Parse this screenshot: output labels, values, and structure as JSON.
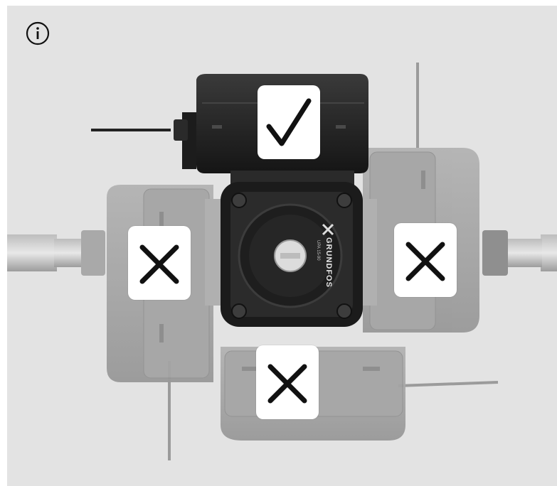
{
  "pump": {
    "brand": "GRUNDFOS",
    "model": "UPA 15-90"
  },
  "icons": {
    "info": "info-icon",
    "correct": "checkmark-icon",
    "wrong": "cross-icon"
  },
  "positions": [
    {
      "id": "top",
      "status": "correct"
    },
    {
      "id": "left",
      "status": "wrong"
    },
    {
      "id": "right",
      "status": "wrong"
    },
    {
      "id": "bottom",
      "status": "wrong"
    }
  ],
  "colors": {
    "background": "#e3e3e3",
    "pump_dark": "#1f1f1f",
    "pump_ghost": "#a7a7a7",
    "badge": "#ffffff"
  }
}
